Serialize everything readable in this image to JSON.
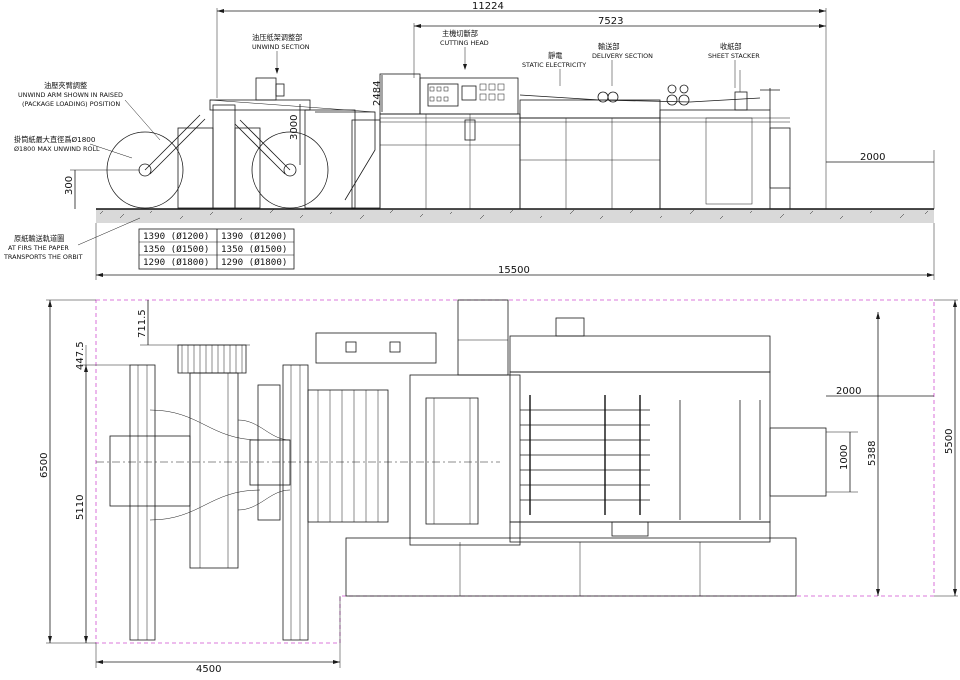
{
  "dimensions": {
    "overall_length_top": "11224",
    "cutting_to_stacker": "7523",
    "head_height": "2484",
    "roll_height": "3000",
    "floor_offset": "300",
    "stacker_extension_top": "2000",
    "overall_length_bottom": "15500",
    "offset_7115": "711.5",
    "offset_4475": "447.5",
    "overall_width_left": "6500",
    "inner_width_left": "5110",
    "stacker_extension_plan": "2000",
    "stacker_gap": "1000",
    "right_width_1": "5388",
    "right_width_2": "5500",
    "unwind_length": "4500"
  },
  "labels": {
    "unwind_section_cn": "油压纸架调整部",
    "unwind_section_en": "UNWIND SECTION",
    "cutting_head_cn": "主機切斷部",
    "cutting_head_en": "CUTTING HEAD",
    "static_cn": "靜電",
    "static_en": "STATIC ELECTRICITY",
    "delivery_cn": "輸送部",
    "delivery_en": "DELIVERY SECTION",
    "stacker_cn": "收紙部",
    "stacker_en": "SHEET STACKER",
    "arm_cn": "油壓夾臂調整",
    "arm_en_1": "UNWIND ARM SHOWN IN RAISED",
    "arm_en_2": "(PACKAGE LOADING) POSITION",
    "roll_cn": "掛筒紙最大直徑爲Ø1800",
    "roll_en": "Ø1800 MAX UNWIND ROLL",
    "orbit_cn": "原紙輸送軌道圖",
    "orbit_en_1": "AT FIRS THE PAPER",
    "orbit_en_2": "TRANSPORTS THE ORBIT"
  },
  "table": {
    "rows": [
      [
        "1390 (Ø1200)",
        "1390 (Ø1200)"
      ],
      [
        "1350 (Ø1500)",
        "1350 (Ø1500)"
      ],
      [
        "1290 (Ø1800)",
        "1290 (Ø1800)"
      ]
    ]
  }
}
